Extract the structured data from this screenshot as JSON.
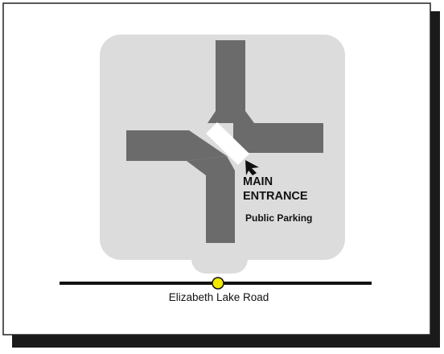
{
  "map": {
    "labels": {
      "main_entrance_line1": "MAIN",
      "main_entrance_line2": "ENTRANCE",
      "public_parking": "Public Parking",
      "road_name": "Elizabeth Lake Road"
    },
    "icons": {
      "entrance_pointer": "arrow-pointer-icon",
      "road_marker": "circle-marker-icon"
    },
    "colors": {
      "shadow": "#1a1a1a",
      "frame_border": "#222222",
      "lot_fill": "#dcdcdc",
      "building": "#6b6b6b",
      "entrance": "#ffffff",
      "road": "#111111",
      "marker": "#f4ea00",
      "text": "#111111"
    }
  }
}
